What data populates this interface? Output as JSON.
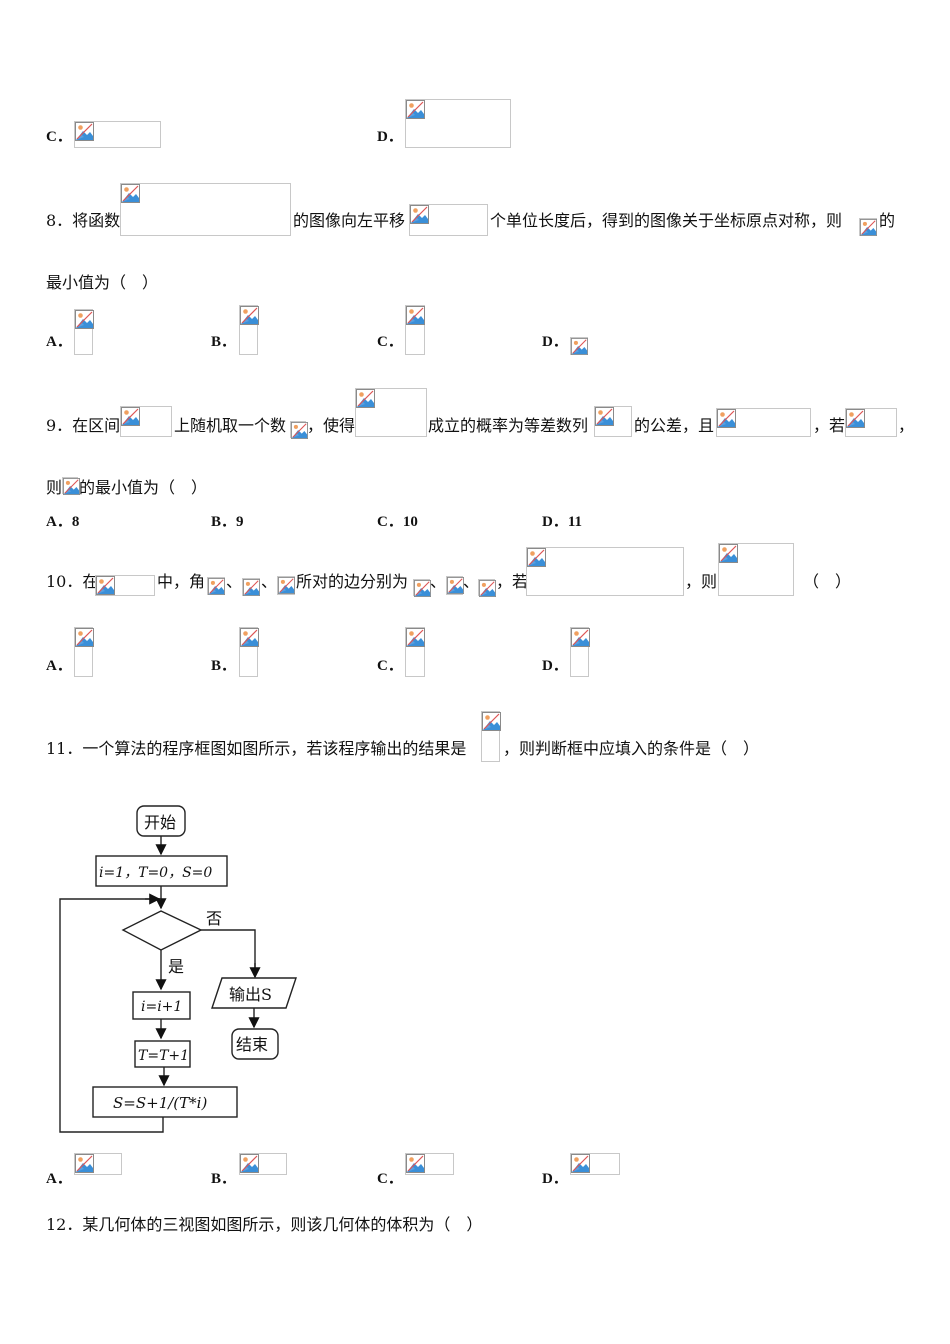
{
  "q7": {
    "c_label": "C．",
    "d_label": "D．"
  },
  "q8": {
    "prefix": "8．将函数",
    "mid1": "的图像向左平移",
    "mid2": "个单位长度后，得到的图像关于坐标原点对称，则",
    "tail": "的",
    "line2": "最小值为（　）",
    "options": [
      "A．",
      "B．",
      "C．",
      "D．"
    ]
  },
  "q9": {
    "prefix": "9．在区间",
    "mid1": "上随机取一个数",
    "mid2": "，使得",
    "mid3": "成立的概率为等差数列",
    "mid4": "的公差，且",
    "mid5": "，若",
    "tail": "，",
    "line2_pre": "则",
    "line2_post": "的最小值为（　）",
    "options": [
      "A．8",
      "B．9",
      "C．10",
      "D．11"
    ]
  },
  "q10": {
    "prefix": "10．在",
    "mid1": "中，角",
    "sep": "、",
    "mid2": "所对的边分别为",
    "mid3": "，若",
    "mid4": "，则",
    "tail": "（　）",
    "options": [
      "A．",
      "B．",
      "C．",
      "D．"
    ]
  },
  "q11": {
    "prefix": "11．一个算法的程序框图如图所示，若该程序输出的结果是",
    "tail": "，则判断框中应填入的条件是（　）",
    "options": [
      "A．",
      "B．",
      "C．",
      "D．"
    ],
    "flowchart": {
      "start": "开始",
      "init": "i=1，T=0，S=0",
      "no": "否",
      "yes": "是",
      "step1": "i=i+1",
      "step2": "T=T+1",
      "step3": "S=S+1/(T*i)",
      "output": "输出S",
      "end": "结束"
    }
  },
  "q12": {
    "text": "12．某几何体的三视图如图所示，则该几何体的体积为（　）"
  },
  "icons": {
    "broken_image": "broken-image-icon"
  }
}
